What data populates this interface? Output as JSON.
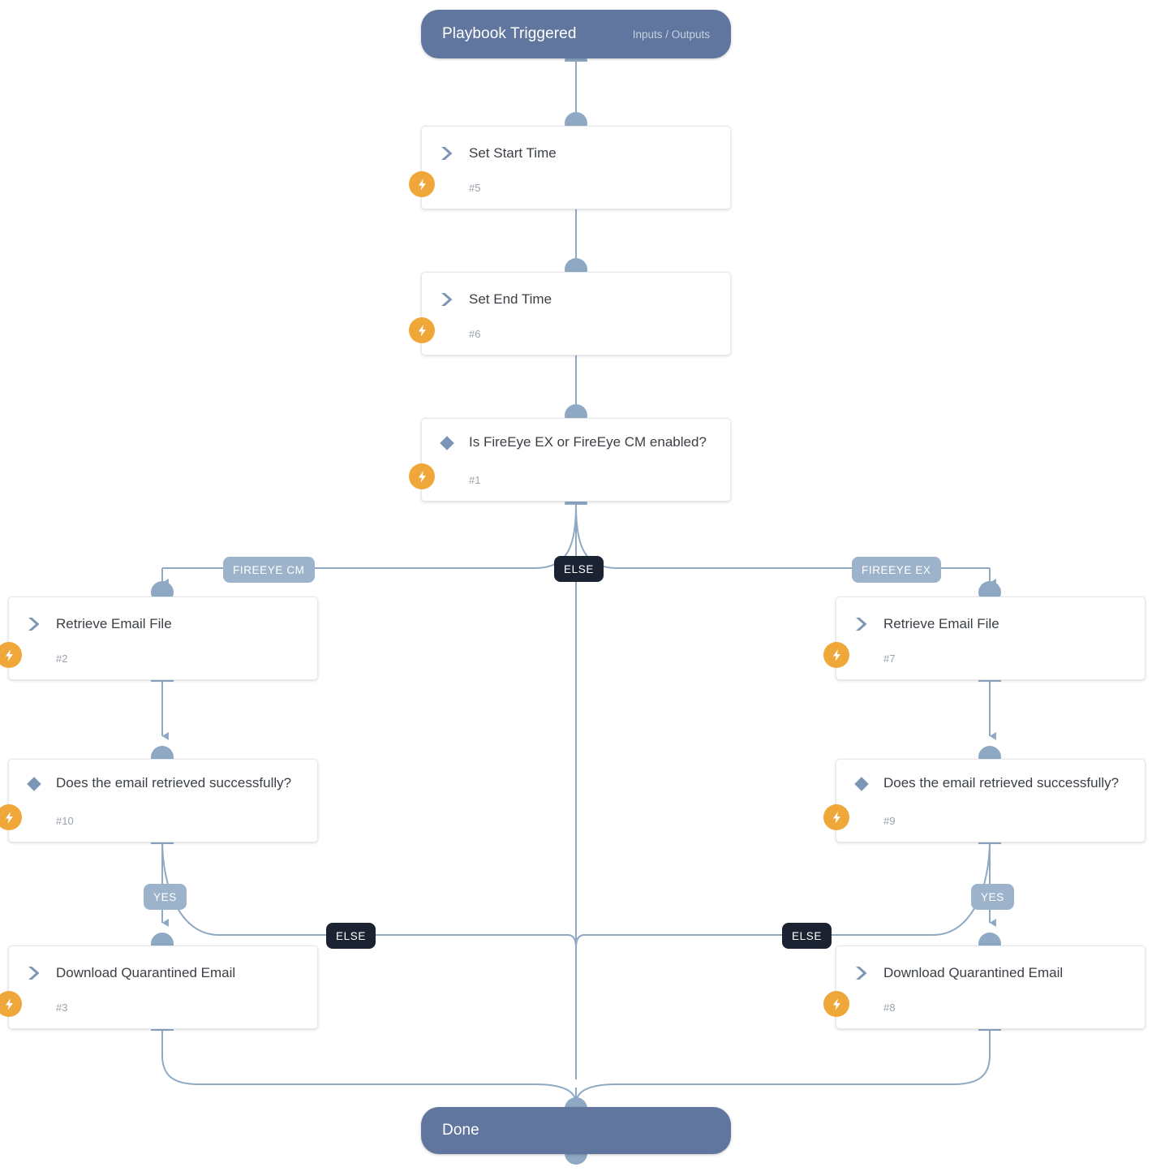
{
  "diagram": {
    "type": "playbook-flowchart",
    "background_color": "#ffffff",
    "accent_colors": {
      "terminal": "#61769e",
      "connector": "#8fa9c4",
      "branch_label": "#9cb3cb",
      "else_label": "#1b2232",
      "bolt_badge": "#f0a73a",
      "card_border": "#e6e8ea"
    }
  },
  "trigger": {
    "title": "Playbook Triggered",
    "meta": "Inputs / Outputs"
  },
  "end": {
    "title": "Done"
  },
  "nodes": [
    {
      "id": "n5",
      "title": "Set Start Time",
      "number": "#5",
      "kind": "task"
    },
    {
      "id": "n6",
      "title": "Set End Time",
      "number": "#6",
      "kind": "task"
    },
    {
      "id": "n1",
      "title": "Is FireEye EX or FireEye CM enabled?",
      "number": "#1",
      "kind": "condition"
    },
    {
      "id": "n2",
      "title": "Retrieve Email File",
      "number": "#2",
      "kind": "task"
    },
    {
      "id": "n10",
      "title": "Does the email retrieved successfully?",
      "number": "#10",
      "kind": "condition"
    },
    {
      "id": "n3",
      "title": "Download Quarantined Email",
      "number": "#3",
      "kind": "task"
    },
    {
      "id": "n7",
      "title": "Retrieve Email File",
      "number": "#7",
      "kind": "task"
    },
    {
      "id": "n9",
      "title": "Does the email retrieved successfully?",
      "number": "#9",
      "kind": "condition"
    },
    {
      "id": "n8",
      "title": "Download Quarantined Email",
      "number": "#8",
      "kind": "task"
    }
  ],
  "branch_labels": [
    {
      "id": "b-cm",
      "text": "FIREEYE CM",
      "style": "blue"
    },
    {
      "id": "b-else-top",
      "text": "ELSE",
      "style": "dark"
    },
    {
      "id": "b-ex",
      "text": "FIREEYE EX",
      "style": "blue"
    },
    {
      "id": "b-yes-left",
      "text": "YES",
      "style": "blue"
    },
    {
      "id": "b-else-left",
      "text": "ELSE",
      "style": "dark"
    },
    {
      "id": "b-else-right",
      "text": "ELSE",
      "style": "dark"
    },
    {
      "id": "b-yes-right",
      "text": "YES",
      "style": "blue"
    }
  ],
  "icons": {
    "task": "chevron-right-icon",
    "condition": "diamond-icon",
    "automation": "lightning-bolt-icon"
  }
}
